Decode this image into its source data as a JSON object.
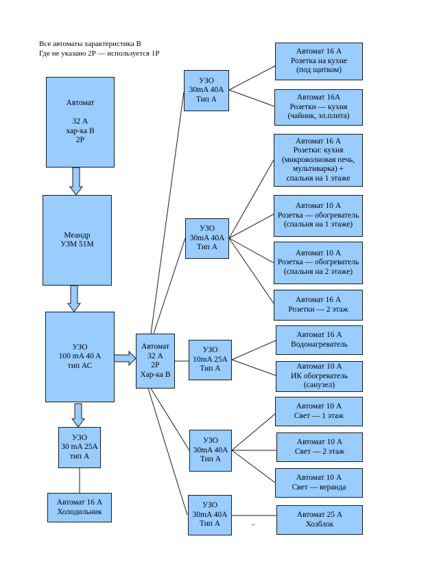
{
  "notes": {
    "line1": "Все автоматы характеристика В",
    "line2": "Где не указано 2Р — используется 1Р"
  },
  "boxes": {
    "main_breaker": "Автомат\n\n32 А\nхар-ка В\n2Р",
    "meander": "Меандр\nУЗМ 51М",
    "rcd_main": "УЗО\n100 mA 40 A\nтип АС",
    "rcd_fridge": "УЗО\n30 mA 25A\nтип А",
    "fridge": "Автомат 16 А\nХолодильник",
    "breaker_32": "Автомат\n32 А\n2Р\nХар-ка В",
    "rcd_1": "УЗО\n30mA 40A\nТип А",
    "rcd_2": "УЗО\n30mA 40A\nТип А",
    "rcd_3": "УЗО\n10mA 25A\nТип А",
    "rcd_4": "УЗО\n30mA 40A\nТип А",
    "rcd_5": "УЗО\n30mA 40A\nТип А",
    "out_1": "Автомат 16 А\nРозетка на кухне\n(под щитком)",
    "out_2": "Автомат 16А\nРозетки — кухня\n(чайник, эл.плита)",
    "out_3": "Автомат 16 А\nРозетки: кухня\n(микроволновая печь,\nмультиварка) +\nспальня на 1 этаже",
    "out_4": "Автомат 10 А\nРозетка — обогреватель\n(спальня на 1 этаже)",
    "out_5": "Автомат 10 А\nРозетка — обогреватель\n(спальня на 2 этаже)",
    "out_6": "Автомат 16 А\nРозетки — 2 этаж",
    "out_7": "Автомат 16 А\nВодонагреватель",
    "out_8": "Автомат 10 А\nИК обогреватель\n(санузел)",
    "out_9": "Автомат 10 А\nСвет — 1 этаж",
    "out_10": "Автомат 10 А\nСвет — 2 этаж",
    "out_11": "Автомат 10 А\nСвет — веранда",
    "out_12": "Автомат 25 А\nХозблок"
  },
  "stray_mark": "-",
  "colors": {
    "box_fill": "#99ccff",
    "border": "#1a1a1a"
  }
}
